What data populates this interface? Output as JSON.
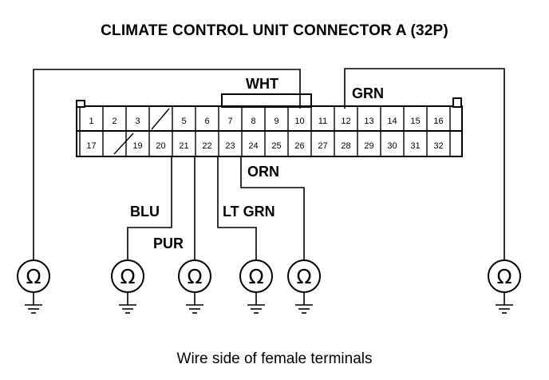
{
  "title": "CLIMATE CONTROL UNIT CONNECTOR A (32P)",
  "caption": "Wire side of female terminals",
  "connector": {
    "top_row": [
      "1",
      "2",
      "3",
      "",
      "5",
      "6",
      "7",
      "8",
      "9",
      "10",
      "11",
      "12",
      "13",
      "14",
      "15",
      "16"
    ],
    "bottom_row": [
      "17",
      "",
      "19",
      "20",
      "21",
      "22",
      "23",
      "24",
      "25",
      "26",
      "27",
      "28",
      "29",
      "30",
      "31",
      "32"
    ]
  },
  "wires": {
    "wht": "WHT",
    "grn": "GRN",
    "orn": "ORN",
    "blu": "BLU",
    "pur": "PUR",
    "ltgrn": "LT GRN"
  },
  "meter_symbol": "Ω"
}
